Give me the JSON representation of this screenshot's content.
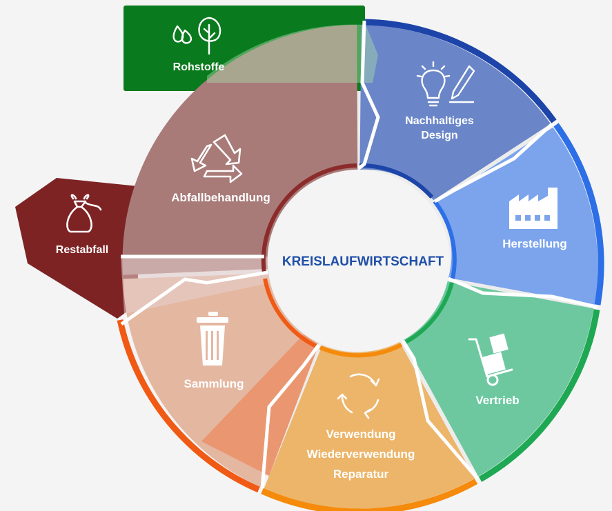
{
  "center": {
    "title": "KREISLAUFWIRTSCHAFT",
    "color": "#1f4fa8"
  },
  "stages": {
    "rohstoffe": {
      "label": "Rohstoffe",
      "icon": "drops-and-tree-icon",
      "color": "#0a7a1e"
    },
    "design_line1": {
      "label": "Nachhaltiges"
    },
    "design_line2": {
      "label": "Design",
      "icon": "lightbulb-and-pencil-icon",
      "color": "#6a86c8"
    },
    "herstellung": {
      "label": "Herstellung",
      "icon": "factory-icon",
      "color": "#7ca4ec"
    },
    "vertrieb": {
      "label": "Vertrieb",
      "icon": "hand-truck-icon",
      "color": "#6dc8a0"
    },
    "verwendung_line1": {
      "label": "Verwendung"
    },
    "verwendung_line2": {
      "label": "Wiederverwendung"
    },
    "verwendung_line3": {
      "label": "Reparatur",
      "icon": "circular-arrows-icon",
      "color": "#ecb56a"
    },
    "sammlung": {
      "label": "Sammlung",
      "icon": "trash-can-icon",
      "color": "#e4b7a1"
    },
    "abfall": {
      "label": "Abfallbehandlung",
      "icon": "recycle-icon",
      "color": "#a87b79"
    },
    "restabfall": {
      "label": "Restabfall",
      "icon": "garbage-bag-icon",
      "color": "#7d2323"
    }
  }
}
